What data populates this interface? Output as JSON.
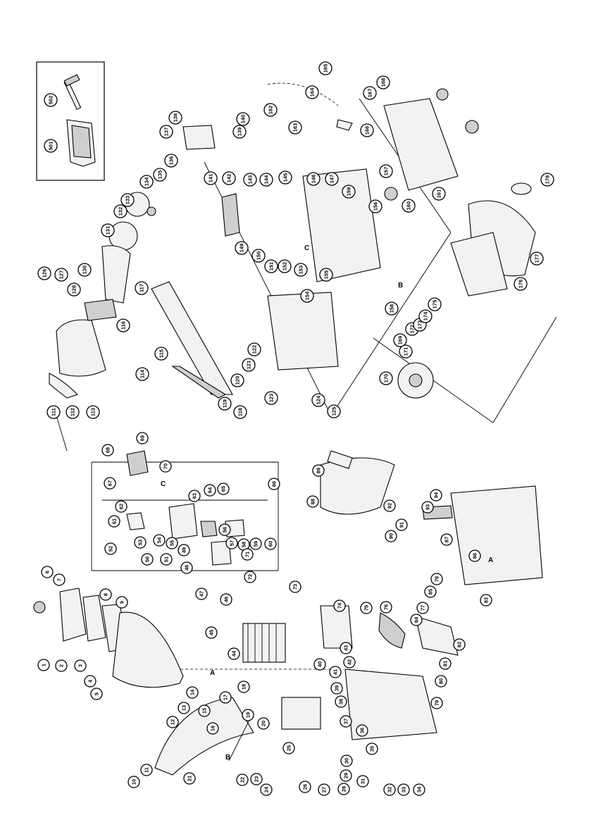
{
  "diagram": {
    "accessories_box": {
      "items": [
        {
          "num": "502",
          "icon": "wrench-icon"
        },
        {
          "num": "501",
          "icon": "bar-cover-icon"
        }
      ]
    },
    "callouts_section_1": [
      "1",
      "2",
      "3",
      "4",
      "5",
      "6",
      "7",
      "8",
      "9",
      "10",
      "11",
      "12",
      "13",
      "14",
      "15",
      "16",
      "17",
      "18",
      "19",
      "20",
      "21",
      "22",
      "23",
      "24",
      "25",
      "26",
      "27",
      "28",
      "29",
      "30",
      "31",
      "32",
      "33",
      "34",
      "35",
      "36",
      "37",
      "38",
      "39",
      "40",
      "41",
      "42",
      "43",
      "44",
      "45",
      "46",
      "47",
      "48",
      "49",
      "50",
      "51",
      "52",
      "53",
      "54",
      "55",
      "56",
      "57",
      "58",
      "59",
      "60",
      "61",
      "62",
      "63",
      "64",
      "65",
      "66",
      "67",
      "68",
      "69",
      "70",
      "71",
      "72",
      "73",
      "74",
      "75",
      "76",
      "77",
      "78",
      "79",
      "80",
      "81",
      "82",
      "83",
      "84",
      "85",
      "86",
      "87",
      "88",
      "89",
      "90",
      "91",
      "92",
      "93",
      "94"
    ],
    "callouts_section_2": [
      "111",
      "112",
      "113",
      "114",
      "115",
      "116",
      "117",
      "118",
      "119",
      "120",
      "121",
      "122",
      "123",
      "124",
      "125",
      "126",
      "127",
      "128",
      "130",
      "131",
      "132",
      "133",
      "134",
      "135",
      "136",
      "137",
      "138",
      "139",
      "140",
      "141",
      "142",
      "143",
      "144",
      "145",
      "146",
      "147",
      "149",
      "150",
      "151",
      "152",
      "153",
      "154",
      "155",
      "156",
      "157",
      "158",
      "159",
      "160",
      "161",
      "162",
      "163",
      "164",
      "165",
      "166",
      "167",
      "168",
      "169",
      "170",
      "171",
      "172",
      "173",
      "174",
      "175",
      "176",
      "177",
      "178"
    ],
    "reference_letters": [
      "A",
      "B",
      "C"
    ]
  }
}
